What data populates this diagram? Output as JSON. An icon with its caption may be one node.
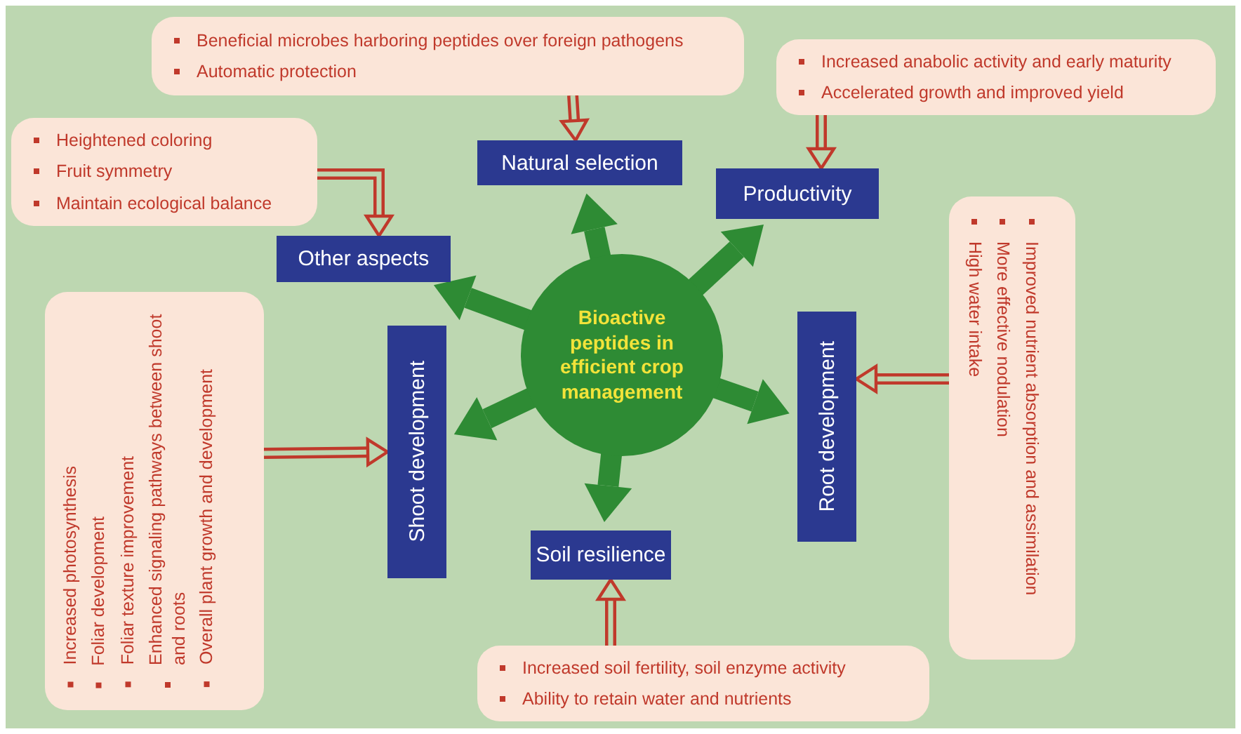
{
  "diagram": {
    "nodes": [
      {
        "text": [
          "Bioactive peptides in efficient crop management"
        ]
      },
      {
        "text": [
          "Natural selection"
        ]
      },
      {
        "text": [
          "Productivity"
        ]
      },
      {
        "text": [
          "Other aspects"
        ]
      },
      {
        "text": [
          "Shoot development"
        ]
      },
      {
        "text": [
          "Root development"
        ]
      },
      {
        "text": [
          "Soil resilience"
        ]
      },
      {
        "text": [
          "Beneficial microbes harboring peptides over foreign pathogens",
          "Automatic protection"
        ]
      },
      {
        "text": [
          "Increased anabolic activity and early maturity",
          "Accelerated growth and improved yield"
        ]
      },
      {
        "text": [
          "Heightened coloring",
          "Fruit symmetry",
          "Maintain ecological balance"
        ]
      },
      {
        "text": [
          "Increased photosynthesis",
          "Foliar development",
          "Foliar texture improvement",
          "Enhanced signaling pathways between shoot and roots",
          "Overall plant growth and development"
        ]
      },
      {
        "text": [
          "Improved nutrient absorption and assimilation",
          "More effective nodulation",
          "High water intake"
        ]
      },
      {
        "text": [
          "Increased soil fertility, soil enzyme activity",
          "Ability to retain water and nutrients"
        ]
      }
    ],
    "edges": [
      {
        "from": 0,
        "to": 1,
        "arrow": "to",
        "style": "thick",
        "color": "#2e8b34"
      },
      {
        "from": 0,
        "to": 2,
        "arrow": "to",
        "style": "thick",
        "color": "#2e8b34"
      },
      {
        "from": 0,
        "to": 3,
        "arrow": "to",
        "style": "thick",
        "color": "#2e8b34"
      },
      {
        "from": 0,
        "to": 4,
        "arrow": "to",
        "style": "thick",
        "color": "#2e8b34"
      },
      {
        "from": 0,
        "to": 5,
        "arrow": "to",
        "style": "thick",
        "color": "#2e8b34"
      },
      {
        "from": 0,
        "to": 6,
        "arrow": "to",
        "style": "thick",
        "color": "#2e8b34"
      },
      {
        "from": 7,
        "to": 1,
        "arrow": "to",
        "color": "#c0392b"
      },
      {
        "from": 8,
        "to": 2,
        "arrow": "to",
        "color": "#c0392b"
      },
      {
        "from": 9,
        "to": 3,
        "arrow": "to",
        "color": "#c0392b"
      },
      {
        "from": 10,
        "to": 4,
        "arrow": "to",
        "color": "#c0392b"
      },
      {
        "from": 11,
        "to": 5,
        "arrow": "to",
        "color": "#c0392b"
      },
      {
        "from": 12,
        "to": 6,
        "arrow": "to",
        "color": "#c0392b"
      }
    ]
  }
}
